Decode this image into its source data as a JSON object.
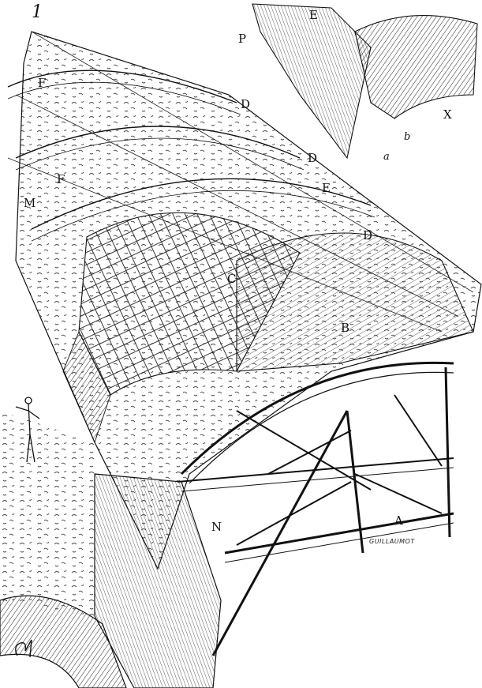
{
  "plate": {
    "number": "1",
    "engraver_signature": "GUILLAUMOT",
    "labels": {
      "A": "A",
      "B": "B",
      "C": "C",
      "D": "D",
      "E": "E",
      "F": "F",
      "M": "M",
      "N": "N",
      "P": "P",
      "X": "X",
      "a": "a",
      "b": "b"
    }
  }
}
